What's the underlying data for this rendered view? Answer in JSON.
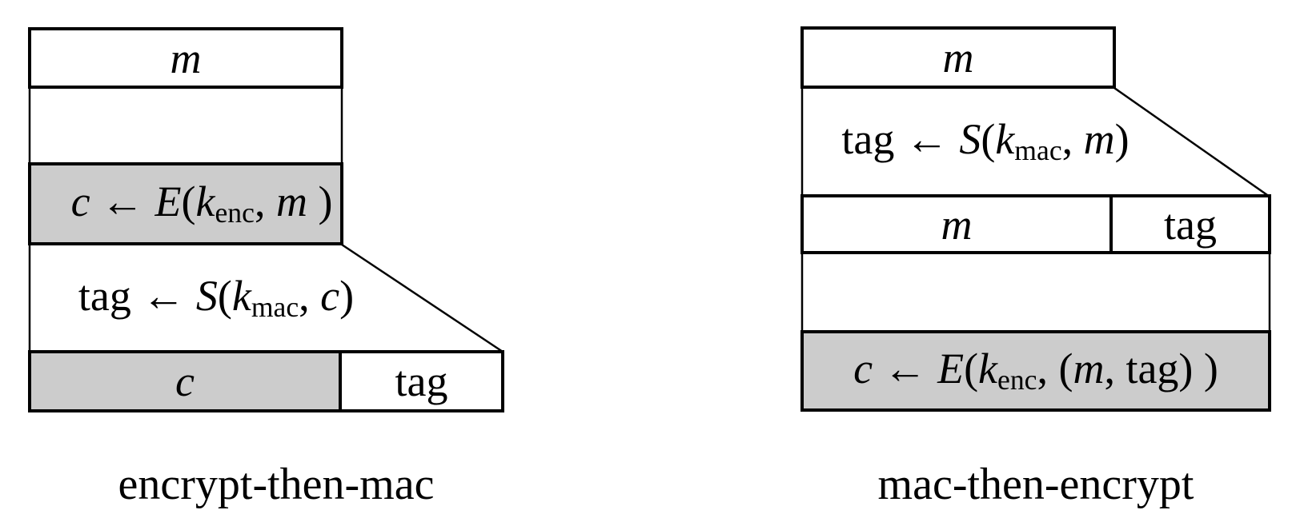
{
  "figure": {
    "background_color": "#ffffff",
    "line_color": "#000000",
    "shaded_fill_color": "#cccccc",
    "left_diagram": {
      "label": "encrypt-then-mac",
      "message_box": [
        {
          "t": "m",
          "s": "i"
        }
      ],
      "encrypt_step": [
        {
          "t": "c",
          "s": "i"
        },
        {
          "t": " ← "
        },
        {
          "t": "E",
          "s": "i"
        },
        {
          "t": "("
        },
        {
          "t": "k",
          "s": "i"
        },
        {
          "t": "enc",
          "s": "sub"
        },
        {
          "t": ", "
        },
        {
          "t": "m",
          "s": "i"
        },
        {
          "t": " )"
        }
      ],
      "mac_step": [
        {
          "t": "tag"
        },
        {
          "t": " ← "
        },
        {
          "t": "S",
          "s": "i"
        },
        {
          "t": "("
        },
        {
          "t": "k",
          "s": "i"
        },
        {
          "t": "mac",
          "s": "sub"
        },
        {
          "t": ", "
        },
        {
          "t": "c",
          "s": "i"
        },
        {
          "t": ")"
        }
      ],
      "output_ciphertext_cell": [
        {
          "t": "c",
          "s": "i"
        }
      ],
      "output_tag_cell": [
        {
          "t": "tag"
        }
      ]
    },
    "right_diagram": {
      "label": "mac-then-encrypt",
      "message_box": [
        {
          "t": "m",
          "s": "i"
        }
      ],
      "mac_step": [
        {
          "t": "tag"
        },
        {
          "t": " ← "
        },
        {
          "t": "S",
          "s": "i"
        },
        {
          "t": "("
        },
        {
          "t": "k",
          "s": "i"
        },
        {
          "t": "mac",
          "s": "sub"
        },
        {
          "t": ", "
        },
        {
          "t": "m",
          "s": "i"
        },
        {
          "t": ")"
        }
      ],
      "payload_message_cell": [
        {
          "t": "m",
          "s": "i"
        }
      ],
      "payload_tag_cell": [
        {
          "t": "tag"
        }
      ],
      "encrypt_step": [
        {
          "t": "c",
          "s": "i"
        },
        {
          "t": " ← "
        },
        {
          "t": "E",
          "s": "i"
        },
        {
          "t": "("
        },
        {
          "t": "k",
          "s": "i"
        },
        {
          "t": "enc",
          "s": "sub"
        },
        {
          "t": ",  "
        },
        {
          "t": "("
        },
        {
          "t": "m",
          "s": "i"
        },
        {
          "t": ", "
        },
        {
          "t": "tag"
        },
        {
          "t": ") )"
        }
      ]
    }
  }
}
